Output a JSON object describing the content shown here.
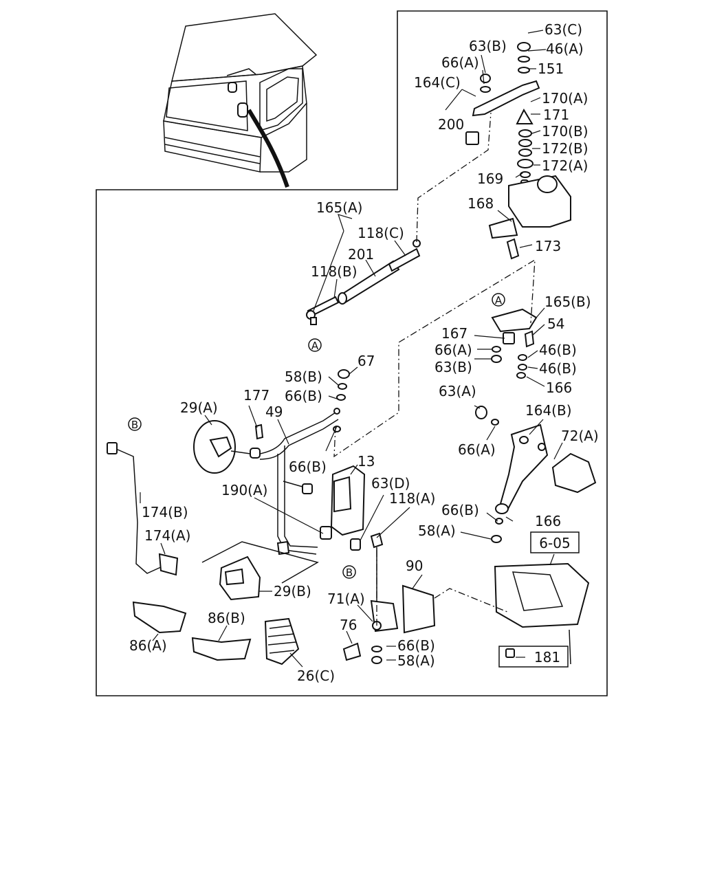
{
  "callouts": {
    "c63C": "63(C)",
    "c46A": "46(A)",
    "c63B_top": "63(B)",
    "c66A_top": "66(A)",
    "c151": "151",
    "c164C": "164(C)",
    "c170A": "170(A)",
    "c171": "171",
    "c200": "200",
    "c170B": "170(B)",
    "c172B": "172(B)",
    "c172A": "172(A)",
    "c169": "169",
    "c168": "168",
    "c165A": "165(A)",
    "c118C": "118(C)",
    "c201": "201",
    "c173": "173",
    "c118B": "118(B)",
    "c165B": "165(B)",
    "c54": "54",
    "c167": "167",
    "c66A_mid": "66(A)",
    "c46B_1": "46(B)",
    "c63B_mid": "63(B)",
    "c46B_2": "46(B)",
    "c67": "67",
    "c58B": "58(B)",
    "c166_top": "166",
    "c66B_top": "66(B)",
    "c63A": "63(A)",
    "c177": "177",
    "c29A": "29(A)",
    "c49": "49",
    "c164B": "164(B)",
    "c72A": "72(A)",
    "c66A_low": "66(A)",
    "c66B_left": "66(B)",
    "c13": "13",
    "c190A": "190(A)",
    "c63D": "63(D)",
    "c118A": "118(A)",
    "c66B_right": "66(B)",
    "c166_bot": "166",
    "c174B": "174(B)",
    "c58A_right": "58(A)",
    "c174A": "174(A)",
    "c605": "6-05",
    "c90": "90",
    "c29B": "29(B)",
    "c71A": "71(A)",
    "c86B": "86(B)",
    "c76": "76",
    "c66B_bot": "66(B)",
    "c86A": "86(A)",
    "c58A_bot": "58(A)",
    "c181": "181",
    "c26C": "26(C)"
  },
  "markers": {
    "a_left": "A",
    "a_right": "A",
    "b_top": "B",
    "b_bottom": "B"
  }
}
